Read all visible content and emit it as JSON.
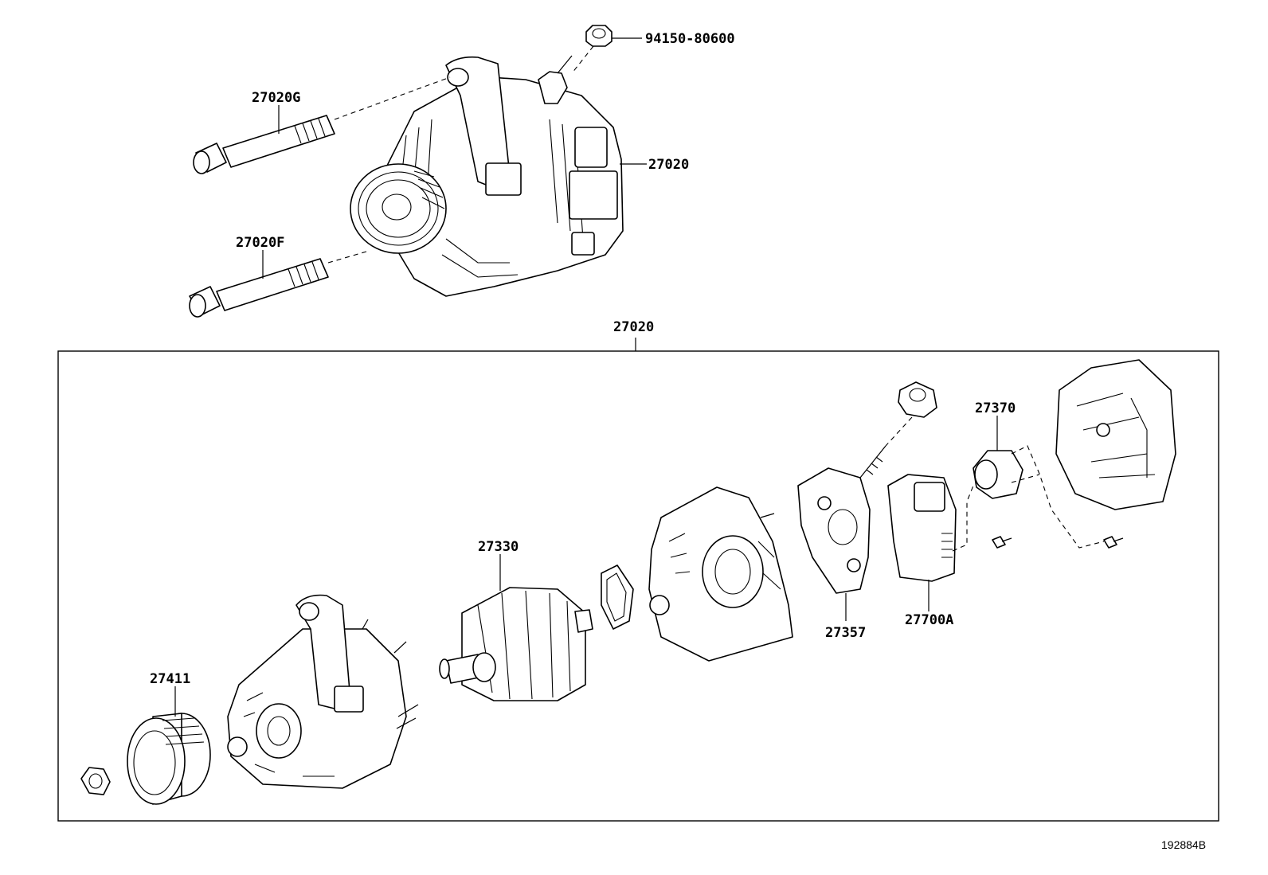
{
  "labels": {
    "bolt_nut_top": "94150-80600",
    "bolt_g": "27020G",
    "bolt_f": "27020F",
    "alternator_assy": "27020",
    "assy_group": "27020",
    "rotor": "27330",
    "brush_holder": "27370",
    "rectifier": "27357",
    "regulator": "27700A",
    "pulley": "27411"
  },
  "diagram_ref": "192884B"
}
